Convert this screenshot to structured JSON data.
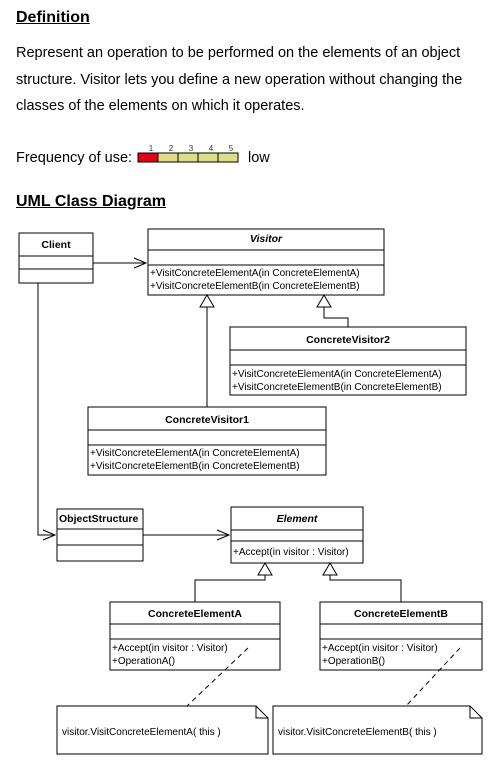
{
  "definition": {
    "heading": "Definition",
    "text": "Represent an operation to be performed on the elements of an object structure. Visitor lets you define a new operation without changing the classes of the elements on which it operates."
  },
  "frequency": {
    "label": "Frequency of use:",
    "level": 1,
    "scale": [
      "1",
      "2",
      "3",
      "4",
      "5"
    ],
    "low_label": "low",
    "colors": {
      "filled": "#e0001b",
      "empty": "#dede8a"
    }
  },
  "uml": {
    "heading": "UML Class Diagram",
    "classes": {
      "client": {
        "name": "Client"
      },
      "visitor": {
        "name": "Visitor",
        "ops": [
          "+VisitConcreteElementA(in ConcreteElementA)",
          "+VisitConcreteElementB(in ConcreteElementB)"
        ]
      },
      "concrete_visitor2": {
        "name": "ConcreteVisitor2",
        "ops": [
          "+VisitConcreteElementA(in ConcreteElementA)",
          "+VisitConcreteElementB(in ConcreteElementB)"
        ]
      },
      "concrete_visitor1": {
        "name": "ConcreteVisitor1",
        "ops": [
          "+VisitConcreteElementA(in ConcreteElementA)",
          "+VisitConcreteElementB(in ConcreteElementB)"
        ]
      },
      "object_structure": {
        "name": "ObjectStructure"
      },
      "element": {
        "name": "Element",
        "ops": [
          "+Accept(in visitor : Visitor)"
        ]
      },
      "concrete_element_a": {
        "name": "ConcreteElementA",
        "ops": [
          "+Accept(in visitor : Visitor)",
          "+OperationA()"
        ]
      },
      "concrete_element_b": {
        "name": "ConcreteElementB",
        "ops": [
          "+Accept(in visitor : Visitor)",
          "+OperationB()"
        ]
      }
    },
    "notes": {
      "note_a": "visitor.VisitConcreteElementA( this )",
      "note_b": "visitor.VisitConcreteElementB( this )"
    }
  }
}
